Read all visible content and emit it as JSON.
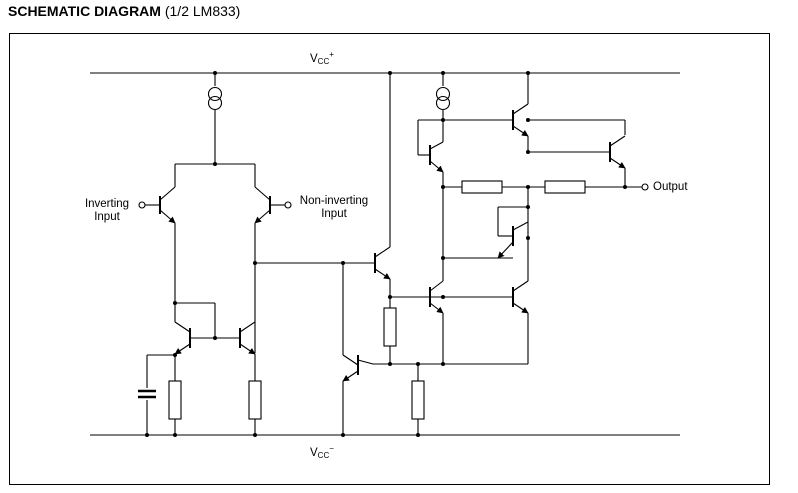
{
  "title": {
    "main": "SCHEMATIC DIAGRAM",
    "sub": "(1/2 LM833)"
  },
  "labels": {
    "vcc_plus": {
      "base": "V",
      "subscript": "CC",
      "superscript": "+"
    },
    "vcc_minus": {
      "base": "V",
      "subscript": "CC",
      "superscript": "−"
    },
    "inverting_input": [
      "Inverting",
      "Input"
    ],
    "non_inverting_input": [
      "Non-inverting",
      "Input"
    ],
    "output": "Output"
  }
}
